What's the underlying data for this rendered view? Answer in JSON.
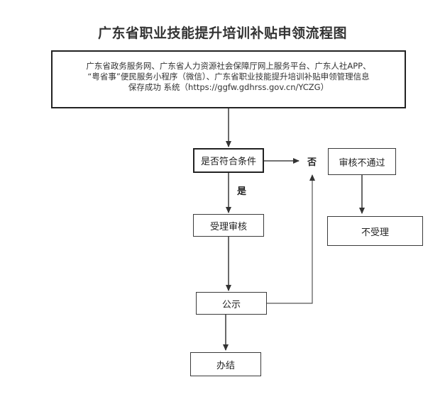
{
  "title": "广东省职业技能提升培训补贴申领流程图",
  "start": {
    "lines": [
      "广东省政务服务网、广东省人力资源社会保障厅网上服务平台、广东人社APP、",
      "“粤省事”便民服务小程序（微信）、广东省职业技能提升培训补贴申领管理信息",
      "保存成功  系统（https://ggfw.gdhrss.gov.cn/YCZG）"
    ]
  },
  "nodes": {
    "eligible": "是否符合条件",
    "accept_review": "受理审核",
    "publicity": "公示",
    "complete": "办结",
    "review_fail": "审核不通过",
    "not_accepted": "不受理"
  },
  "edge_labels": {
    "no": "否",
    "yes": "是"
  },
  "colors": {
    "border": "#3a3a3a",
    "line": "#555555",
    "text": "#222222"
  }
}
